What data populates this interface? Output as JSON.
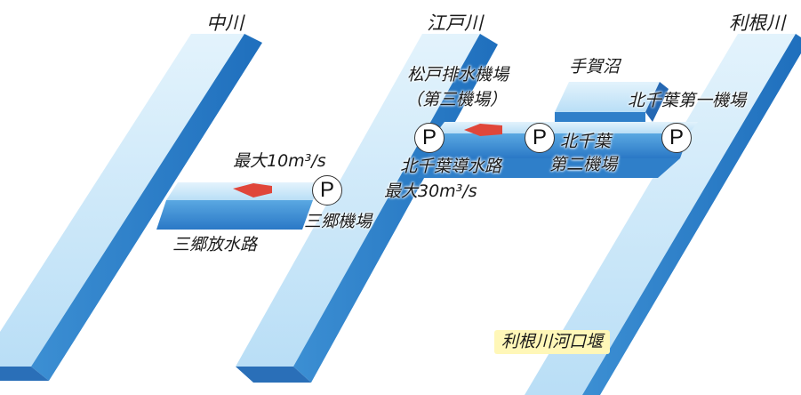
{
  "rivers": {
    "nakagawa": "中川",
    "edogawa": "江戸川",
    "tonegawa": "利根川"
  },
  "reservoir": "手賀沼",
  "channels": {
    "misato_channel": "三郷放水路",
    "kitachiba_channel": "北千葉導水路"
  },
  "flows": {
    "misato_max": "最大10m³/s",
    "kitachiba_max": "最大30m³/s"
  },
  "pump_stations": {
    "marker_symbol": "P",
    "misato": "三郷機場",
    "matsudo_line1": "松戸排水機場",
    "matsudo_line2": "（第三機場）",
    "kitachiba2_line1": "北千葉",
    "kitachiba2_line2": "第二機場",
    "kitachiba1": "北千葉第一機場"
  },
  "weir": "利根川河口堰",
  "colors": {
    "water_light": "#d8eefa",
    "water_mid": "#6fb7e6",
    "water_dark": "#2f80c9",
    "flow_arrow": "#e0463a",
    "weir_label_bg": "#fff7b8"
  }
}
